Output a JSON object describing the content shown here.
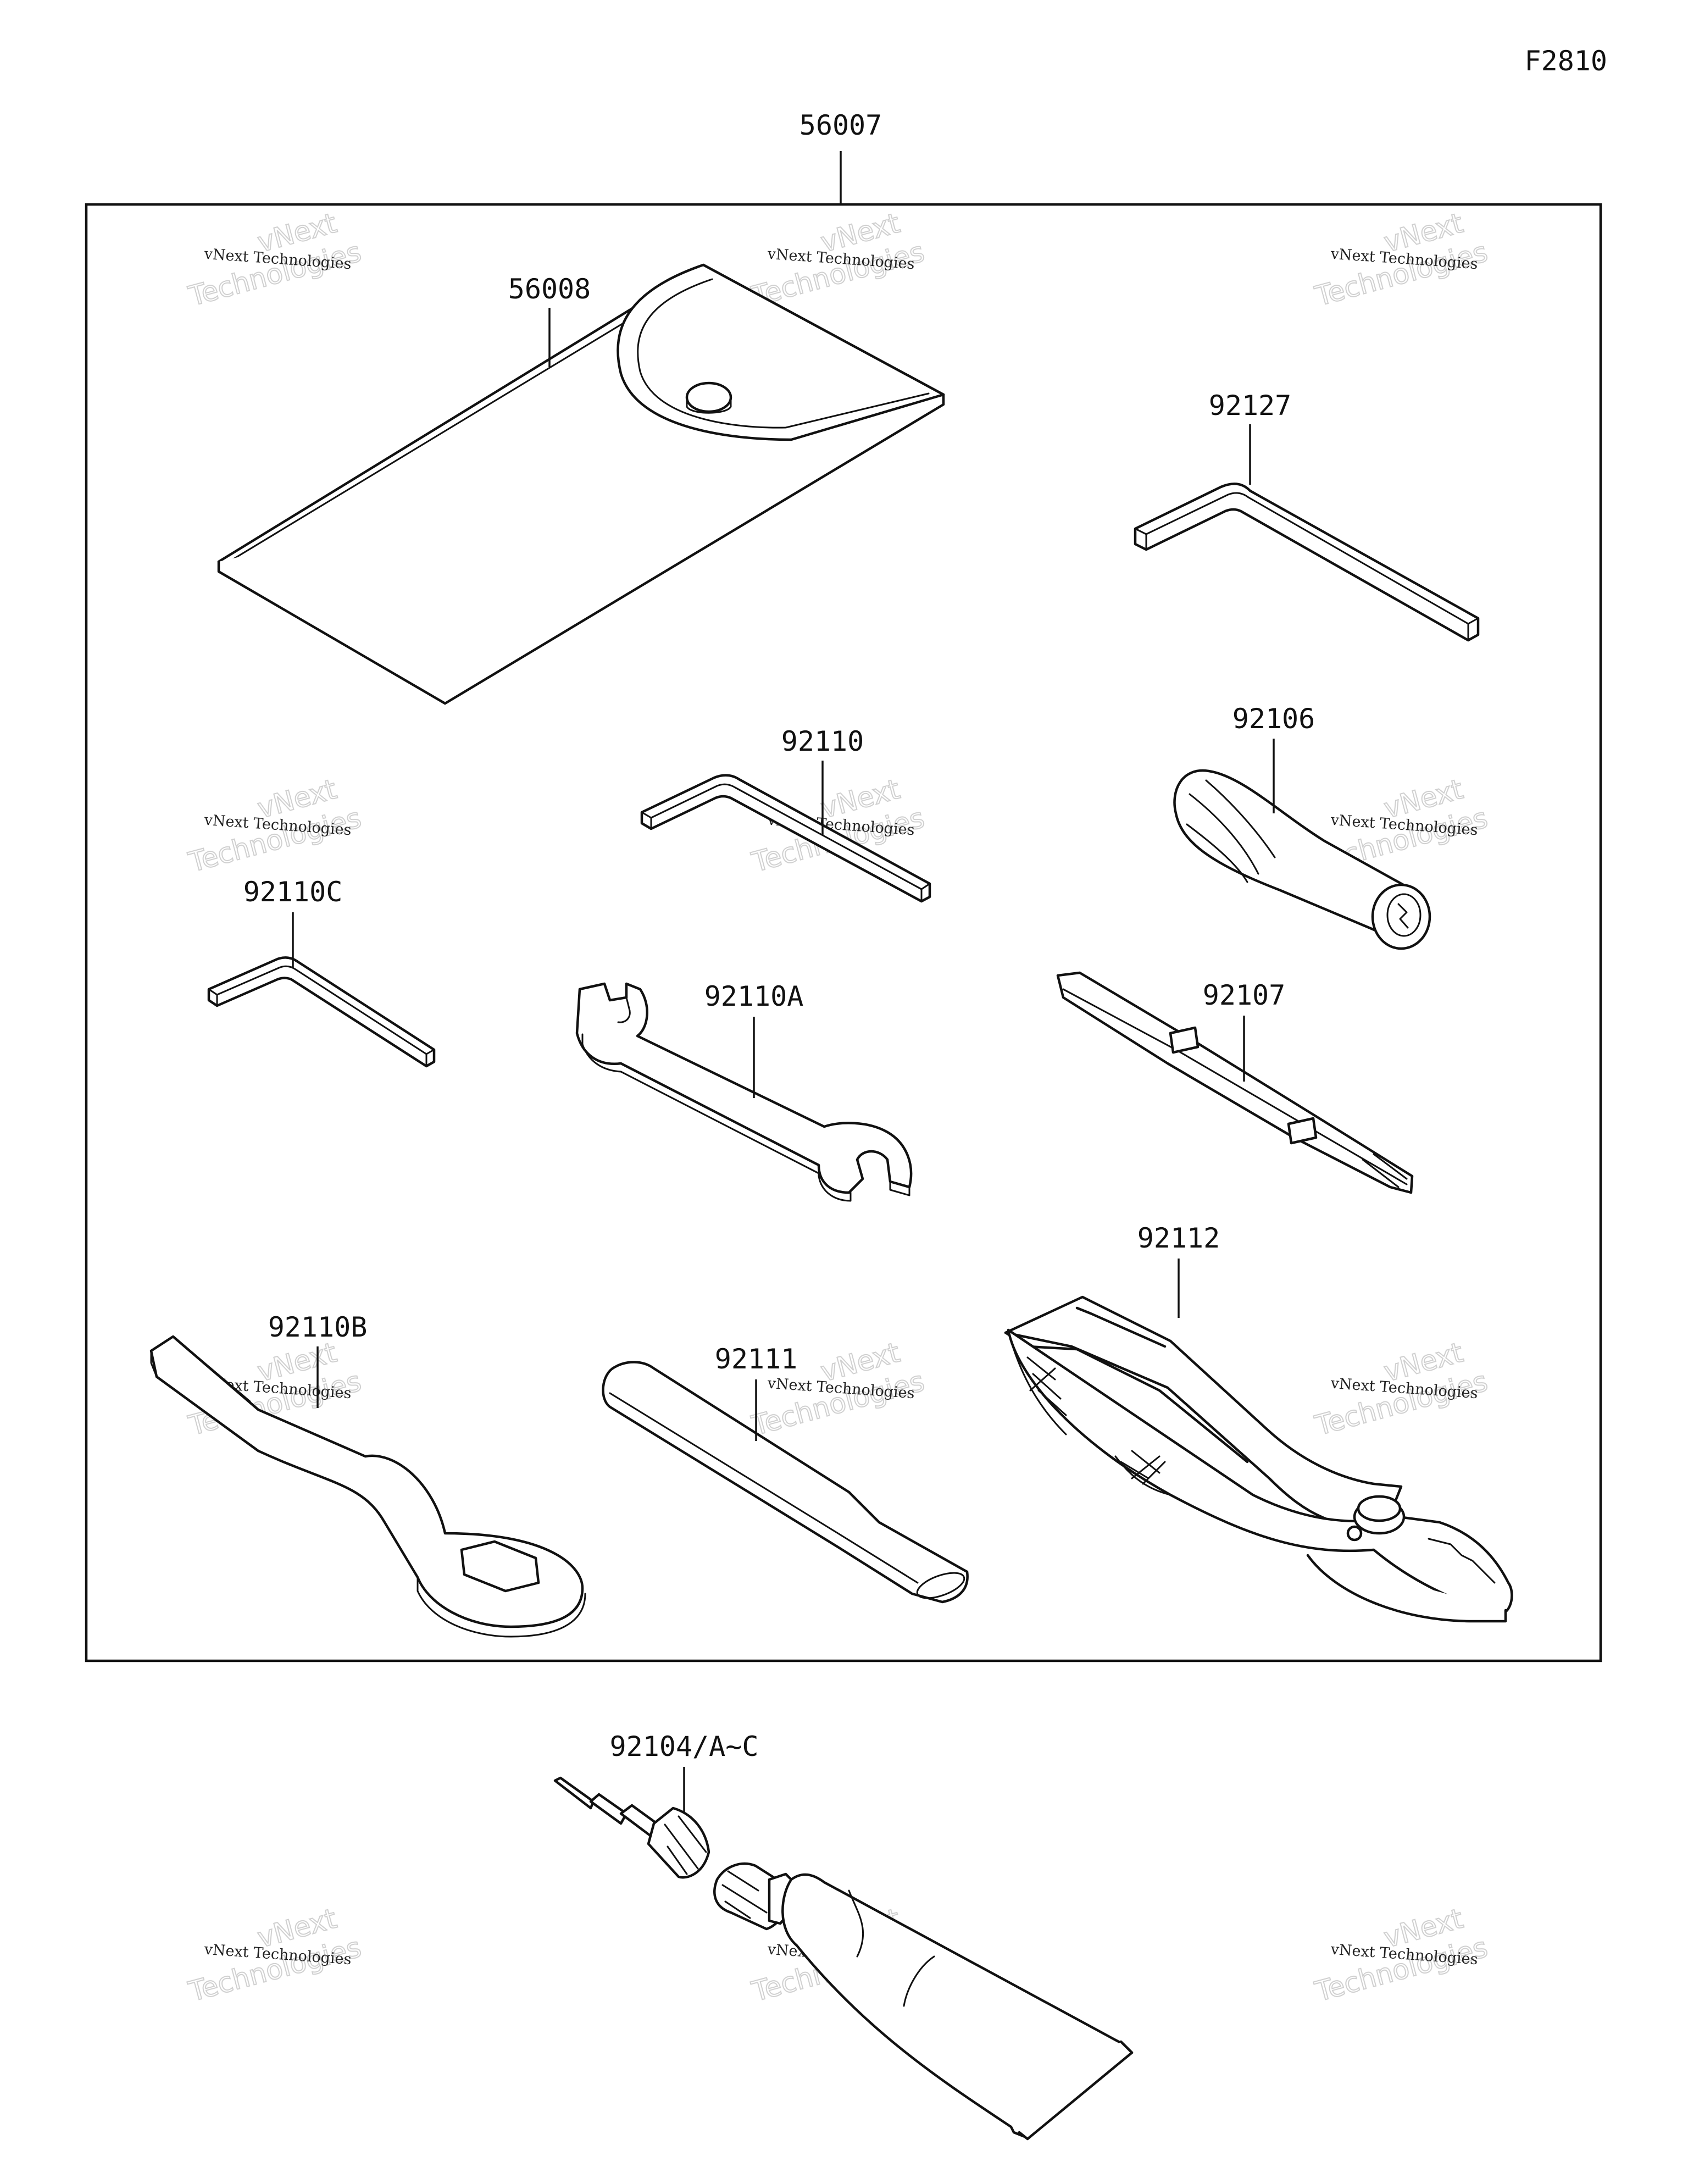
{
  "figure_code": "F2810",
  "assembly_box_label": "56007",
  "watermark": {
    "line1": "vNext Technologies",
    "line2_a": "vNext",
    "line2_b": "Technologies"
  },
  "parts": {
    "pouch": "56008",
    "hex_key_large": "92127",
    "hex_key_mid": "92110",
    "screwdriver_handle": "92106",
    "hex_key_small": "92110C",
    "open_wrench": "92110A",
    "screwdriver_bit": "92107",
    "box_wrench": "92110B",
    "extension_bar": "92111",
    "pliers": "92112",
    "repair_kit": "92104/A~C"
  }
}
